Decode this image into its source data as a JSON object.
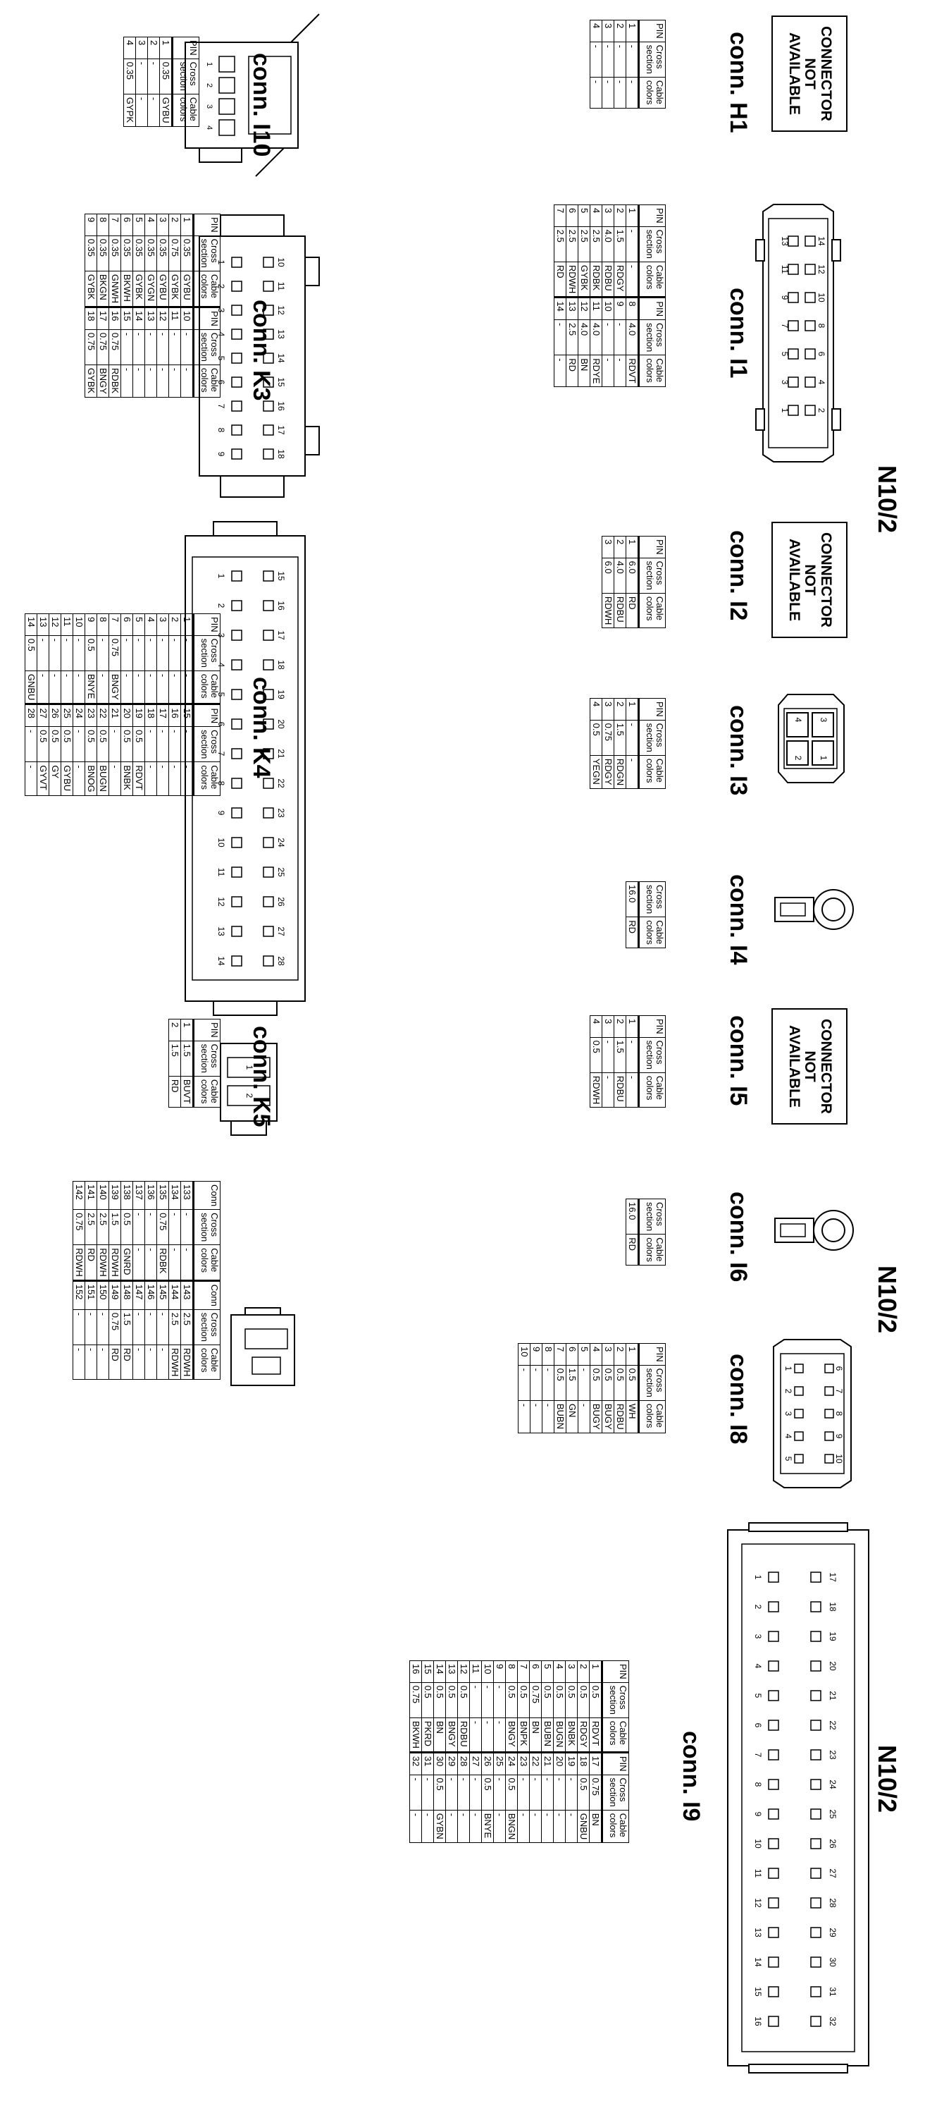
{
  "n10_labels": [
    "N10/2",
    "N10/2",
    "N10/2"
  ],
  "not_available": "CONNECTOR\nNOT\nAVAILABLE",
  "headers": {
    "pin": "PIN",
    "conn": "Conn",
    "cross": "Cross\nsection",
    "cable": "Cable\ncolors"
  },
  "connectors": {
    "h1": {
      "title": "conn. H1",
      "rows": [
        [
          "1",
          "-",
          "-"
        ],
        [
          "2",
          "-",
          "-"
        ],
        [
          "3",
          "-",
          "-"
        ],
        [
          "4",
          "-",
          "-"
        ]
      ]
    },
    "i10": {
      "title": "conn. I10",
      "pins": [
        "1",
        "2",
        "3",
        "4"
      ],
      "rows": [
        [
          "1",
          "0.35",
          "GYBU"
        ],
        [
          "2",
          "-",
          "-"
        ],
        [
          "3",
          "-",
          "-"
        ],
        [
          "4",
          "0.35",
          "GYPK"
        ]
      ]
    },
    "i1": {
      "title": "conn. I1",
      "pins_top": [
        "13",
        "11",
        "9",
        "7",
        "5",
        "3",
        "1"
      ],
      "pins_bottom": [
        "14",
        "12",
        "10",
        "8",
        "6",
        "4",
        "2"
      ],
      "rows": [
        [
          "1",
          "-",
          "-",
          "8",
          "4.0",
          "RDVT"
        ],
        [
          "2",
          "1.5",
          "RDGY",
          "9",
          "-",
          "-"
        ],
        [
          "3",
          "4.0",
          "RDBU",
          "10",
          "-",
          "-"
        ],
        [
          "4",
          "2.5",
          "RDBK",
          "11",
          "4.0",
          "RDYE"
        ],
        [
          "5",
          "2.5",
          "GYBK",
          "12",
          "4.0",
          "BN"
        ],
        [
          "6",
          "2.5",
          "RDWH",
          "13",
          "2.5",
          "RD"
        ],
        [
          "7",
          "2.5",
          "RD",
          "14",
          "-",
          "-"
        ]
      ]
    },
    "k3": {
      "title": "conn. K3",
      "pins_top": [
        "1",
        "2",
        "3",
        "4",
        "5",
        "6",
        "7",
        "8",
        "9"
      ],
      "pins_bottom": [
        "10",
        "11",
        "12",
        "13",
        "14",
        "15",
        "16",
        "17",
        "18"
      ],
      "rows": [
        [
          "1",
          "0.35",
          "GYBU",
          "10",
          "-",
          "-"
        ],
        [
          "2",
          "0.75",
          "GYBK",
          "11",
          "-",
          "-"
        ],
        [
          "3",
          "0.35",
          "GYBU",
          "12",
          "-",
          "-"
        ],
        [
          "4",
          "0.35",
          "GYGN",
          "13",
          "-",
          "-"
        ],
        [
          "5",
          "0.35",
          "GYBK",
          "14",
          "-",
          "-"
        ],
        [
          "6",
          "0.35",
          "BKWH",
          "15",
          "-",
          "-"
        ],
        [
          "7",
          "0.35",
          "GNWH",
          "16",
          "0.75",
          "RDBK"
        ],
        [
          "8",
          "0.35",
          "BKGN",
          "17",
          "0.75",
          "BNGY"
        ],
        [
          "9",
          "0.35",
          "GYBK",
          "18",
          "0.75",
          "GYBK"
        ]
      ]
    },
    "i2": {
      "title": "conn. I2",
      "rows": [
        [
          "1",
          "6.0",
          "RD"
        ],
        [
          "2",
          "4.0",
          "RDBU"
        ],
        [
          "3",
          "6.0",
          "RDWH"
        ]
      ]
    },
    "k4": {
      "title": "conn. K4",
      "pins_top": [
        "1",
        "2",
        "3",
        "4",
        "5",
        "6",
        "7",
        "8",
        "9",
        "10",
        "11",
        "12",
        "13",
        "14"
      ],
      "pins_bottom": [
        "15",
        "16",
        "17",
        "18",
        "19",
        "20",
        "21",
        "22",
        "23",
        "24",
        "25",
        "26",
        "27",
        "28"
      ],
      "rows": [
        [
          "1",
          "-",
          "-",
          "15",
          "-",
          "-"
        ],
        [
          "2",
          "-",
          "-",
          "16",
          "-",
          "-"
        ],
        [
          "3",
          "-",
          "-",
          "17",
          "-",
          "-"
        ],
        [
          "4",
          "-",
          "-",
          "18",
          "-",
          "-"
        ],
        [
          "5",
          "-",
          "-",
          "19",
          "0.5",
          "RDVT"
        ],
        [
          "6",
          "-",
          "-",
          "20",
          "0.5",
          "BNBK"
        ],
        [
          "7",
          "0.75",
          "BNGY",
          "21",
          "-",
          "-"
        ],
        [
          "8",
          "-",
          "-",
          "22",
          "0.5",
          "BUGN"
        ],
        [
          "9",
          "0.5",
          "BNYE",
          "23",
          "0.5",
          "BNOG"
        ],
        [
          "10",
          "-",
          "-",
          "24",
          "-",
          "-"
        ],
        [
          "11",
          "-",
          "-",
          "25",
          "0.5",
          "GYBU"
        ],
        [
          "12",
          "-",
          "-",
          "26",
          "0.5",
          "GY"
        ],
        [
          "13",
          "-",
          "-",
          "27",
          "0.5",
          "GYVT"
        ],
        [
          "14",
          "0.5",
          "GNBU",
          "28",
          "-",
          "-"
        ]
      ]
    },
    "i3": {
      "title": "conn. I3",
      "pins": [
        "3",
        "1",
        "4",
        "2"
      ],
      "rows": [
        [
          "1",
          "-",
          "-"
        ],
        [
          "2",
          "1.5",
          "RDGN"
        ],
        [
          "3",
          "0.75",
          "RDGY"
        ],
        [
          "4",
          "0.5",
          "YEGN"
        ]
      ]
    },
    "i4": {
      "title": "conn. I4",
      "rows": [
        [
          "16.0",
          "RD"
        ]
      ]
    },
    "k5": {
      "title": "conn. K5",
      "pins": [
        "1",
        "2"
      ],
      "rows": [
        [
          "1",
          "1.5",
          "BUVT"
        ],
        [
          "2",
          "1.5",
          "RD"
        ]
      ]
    },
    "i5": {
      "title": "conn. I5",
      "rows": [
        [
          "1",
          "-",
          "-"
        ],
        [
          "2",
          "1.5",
          "RDBU"
        ],
        [
          "3",
          "-",
          "-"
        ],
        [
          "4",
          "0.5",
          "RDWH"
        ]
      ]
    },
    "i6": {
      "title": "conn. I6",
      "rows": [
        [
          "16.0",
          "RD"
        ]
      ]
    },
    "j": {
      "rows": [
        [
          "133",
          "-",
          "-",
          "143",
          "2.5",
          "RDWH"
        ],
        [
          "134",
          "-",
          "-",
          "144",
          "2.5",
          "RDWH"
        ],
        [
          "135",
          "0.75",
          "RDBK",
          "145",
          "-",
          "-"
        ],
        [
          "136",
          "-",
          "-",
          "146",
          "-",
          "-"
        ],
        [
          "137",
          "-",
          "-",
          "147",
          "-",
          "-"
        ],
        [
          "138",
          "0.5",
          "GNRD",
          "148",
          "1.5",
          "RD"
        ],
        [
          "139",
          "1.5",
          "RDWH",
          "149",
          "0.75",
          "RD"
        ],
        [
          "140",
          "2.5",
          "RDWH",
          "150",
          "-",
          "-"
        ],
        [
          "141",
          "2.5",
          "RD",
          "151",
          "-",
          "-"
        ],
        [
          "142",
          "0.75",
          "RDWH",
          "152",
          "-",
          "-"
        ]
      ]
    },
    "i8": {
      "title": "conn. I8",
      "pins_top": [
        "6",
        "7",
        "8",
        "9",
        "10"
      ],
      "pins_bottom": [
        "1",
        "2",
        "3",
        "4",
        "5"
      ],
      "rows": [
        [
          "1",
          "0.5",
          "WH"
        ],
        [
          "2",
          "0.5",
          "RDBU"
        ],
        [
          "3",
          "0.5",
          "BUGY"
        ],
        [
          "4",
          "0.5",
          "BUGY"
        ],
        [
          "5",
          "-",
          "-"
        ],
        [
          "6",
          "1.5",
          "GN"
        ],
        [
          "7",
          "0.5",
          "BUBN"
        ],
        [
          "8",
          "-",
          "-"
        ],
        [
          "9",
          "-",
          "-"
        ],
        [
          "10",
          "-",
          "-"
        ]
      ]
    },
    "i9": {
      "title": "conn. I9",
      "pins_top": [
        "1",
        "2",
        "3",
        "4",
        "5",
        "6",
        "7",
        "8",
        "9",
        "10",
        "11",
        "12",
        "13",
        "14",
        "15",
        "16"
      ],
      "pins_bottom": [
        "17",
        "18",
        "19",
        "20",
        "21",
        "22",
        "23",
        "24",
        "25",
        "26",
        "27",
        "28",
        "29",
        "30",
        "31",
        "32"
      ],
      "rows": [
        [
          "1",
          "0.5",
          "RDVT",
          "17",
          "0.75",
          "BN"
        ],
        [
          "2",
          "0.5",
          "RDGY",
          "18",
          "0.5",
          "GNBU"
        ],
        [
          "3",
          "0.5",
          "BNBK",
          "19",
          "-",
          "-"
        ],
        [
          "4",
          "0.5",
          "BUGN",
          "20",
          "-",
          "-"
        ],
        [
          "5",
          "0.5",
          "BUBN",
          "21",
          "-",
          "-"
        ],
        [
          "6",
          "0.75",
          "BN",
          "22",
          "-",
          "-"
        ],
        [
          "7",
          "0.5",
          "BNPK",
          "23",
          "-",
          "-"
        ],
        [
          "8",
          "0.5",
          "BNGY",
          "24",
          "0.5",
          "BNGN"
        ],
        [
          "9",
          "-",
          "-",
          "25",
          "-",
          "-"
        ],
        [
          "10",
          "-",
          "-",
          "26",
          "0.5",
          "BNYE"
        ],
        [
          "11",
          "-",
          "-",
          "27",
          "-",
          "-"
        ],
        [
          "12",
          "0.5",
          "RDBU",
          "28",
          "-",
          "-"
        ],
        [
          "13",
          "0.5",
          "BNGY",
          "29",
          "-",
          "-"
        ],
        [
          "14",
          "0.5",
          "BN",
          "30",
          "0.5",
          "GYBN"
        ],
        [
          "15",
          "0.5",
          "PKRD",
          "31",
          "-",
          "-"
        ],
        [
          "16",
          "0.75",
          "BKWH",
          "32",
          "-",
          "-"
        ]
      ]
    }
  }
}
